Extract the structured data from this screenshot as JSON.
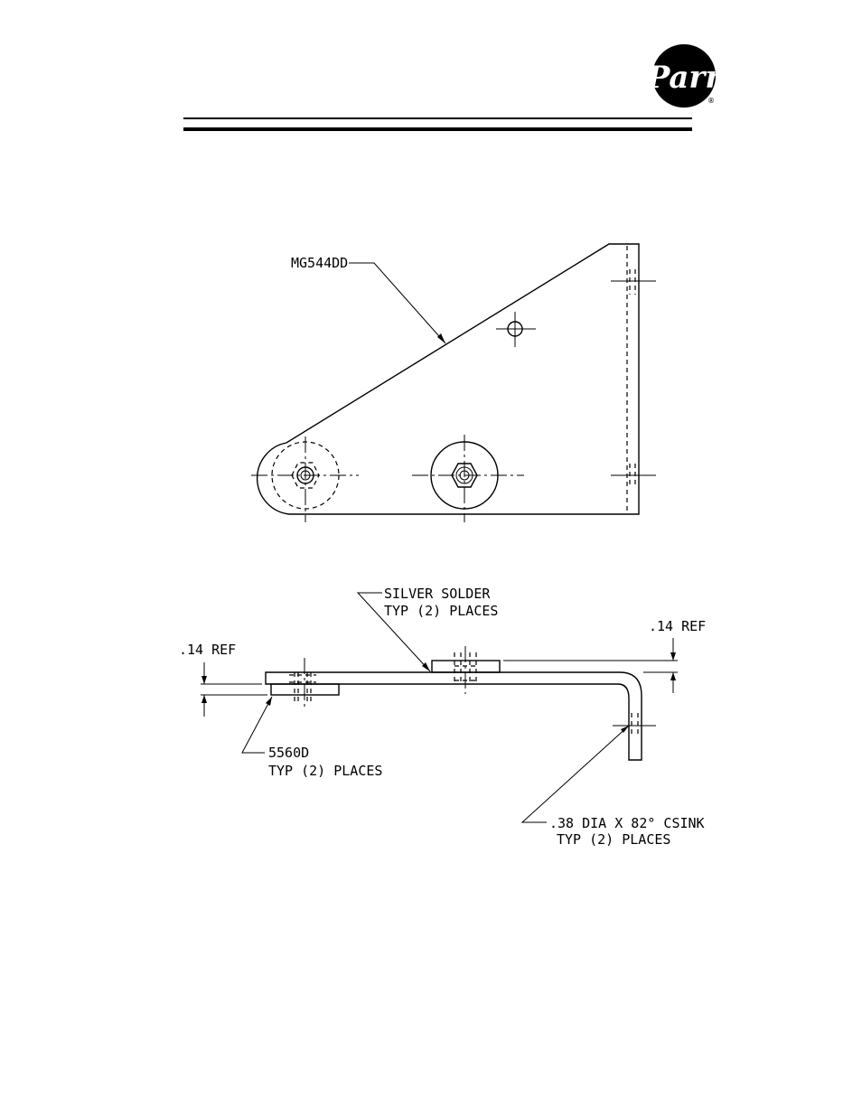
{
  "logo": {
    "text": "Parr",
    "registered": "®"
  },
  "top_view": {
    "part_label": "MG544DD"
  },
  "side_view": {
    "silver_solder": "SILVER SOLDER",
    "silver_solder_typ": "TYP (2) PLACES",
    "ref_left": ".14 REF",
    "ref_right": ".14 REF",
    "nut_label": "5560D",
    "nut_typ": "TYP (2) PLACES",
    "csink_label": ".38 DIA X 82° CSINK",
    "csink_typ": "TYP (2) PLACES"
  }
}
